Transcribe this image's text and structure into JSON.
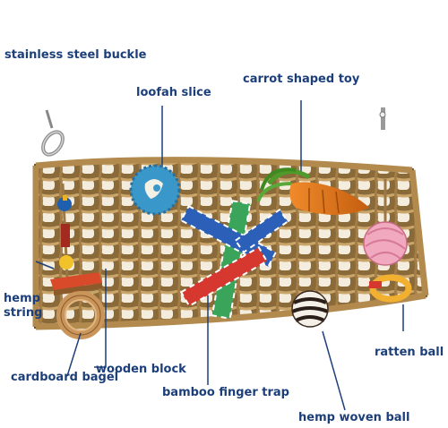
{
  "product": {
    "labels": {
      "buckle": "stainless steel buckle",
      "loofah": "loofah slice",
      "carrot": "carrot shaped toy",
      "hemp_string_1": "hemp",
      "hemp_string_2": "string",
      "wooden_block": "wooden block",
      "cardboard_bagel": "cardboard bagel",
      "bamboo_finger_trap": "bamboo finger trap",
      "hemp_woven_ball": "hemp woven ball",
      "ratten_ball": "ratten ball"
    },
    "colors": {
      "label_text": "#1c3f7a",
      "leader_line": "#1c3f7a",
      "seagrass": "#b28a4e",
      "seagrass_dark": "#6e5128",
      "loofah": "#3a97c9",
      "carrot": "#e27a1c",
      "carrot_leaves": "#4e9a2a",
      "ratten_ball": "#f1a9bf",
      "bagel": "#c9955a",
      "finger_trap_red": "#d6382f",
      "finger_trap_blue": "#2b5fb8",
      "finger_trap_green": "#3aa55a"
    }
  }
}
